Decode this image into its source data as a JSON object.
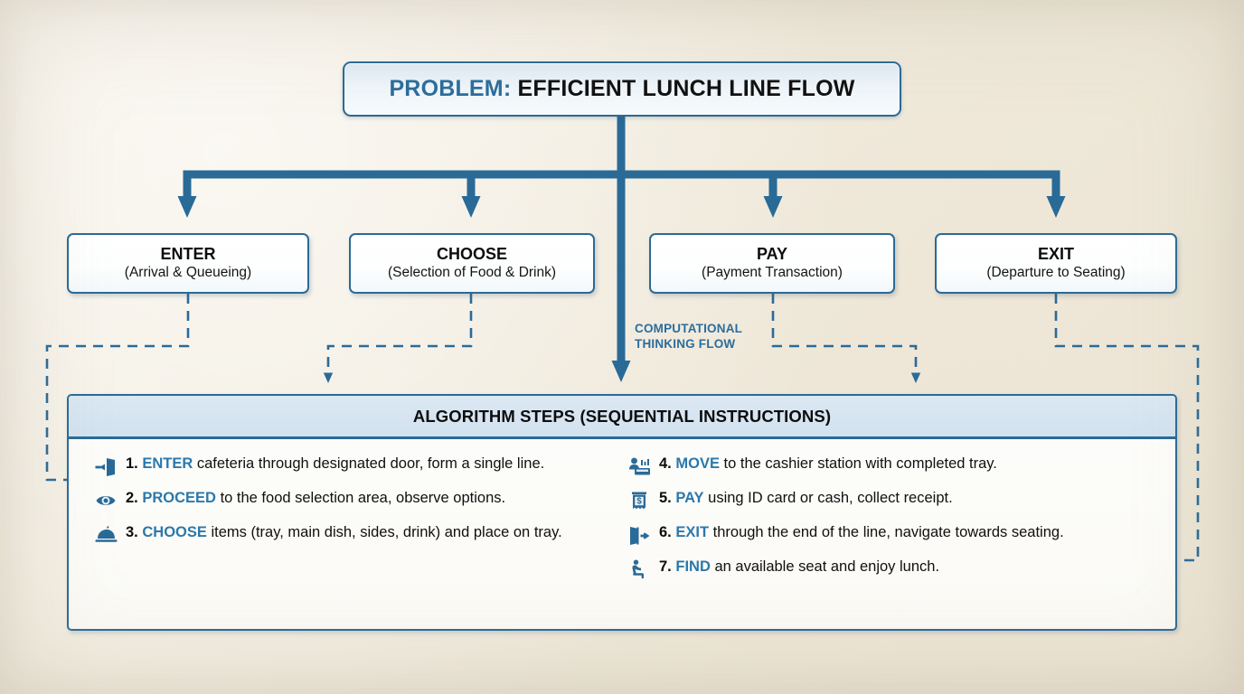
{
  "colors": {
    "accent_blue": "#2a6a97",
    "keyword_blue": "#2b78ac",
    "label_blue": "#2b6d9c",
    "panel_header_blue": "#d6e5f0",
    "background_cream": "#f2ece0",
    "text_black": "#101010"
  },
  "title": {
    "highlight": "PROBLEM:",
    "rest": "EFFICIENT LUNCH LINE FLOW",
    "full": "PROBLEM: EFFICIENT LUNCH LINE FLOW"
  },
  "flow_label": "COMPUTATIONAL THINKING FLOW",
  "categories": [
    {
      "name": "ENTER",
      "detail": "(Arrival & Queueing)"
    },
    {
      "name": "CHOOSE",
      "detail": "(Selection of Food & Drink)"
    },
    {
      "name": "PAY",
      "detail": "(Payment Transaction)"
    },
    {
      "name": "EXIT",
      "detail": "(Departure to Seating)"
    }
  ],
  "algorithm": {
    "header": "ALGORITHM STEPS (SEQUENTIAL INSTRUCTIONS)",
    "left_steps": [
      {
        "num": "1.",
        "icon": "door-enter-icon",
        "keyword": "ENTER",
        "text": "cafeteria through designated door, form a single line."
      },
      {
        "num": "2.",
        "icon": "eye-icon",
        "keyword": "PROCEED",
        "text": "to the food selection area, observe options."
      },
      {
        "num": "3.",
        "icon": "food-tray-icon",
        "keyword": "CHOOSE",
        "text": "items (tray, main dish, sides, drink) and place on tray."
      }
    ],
    "right_steps": [
      {
        "num": "4.",
        "icon": "cashier-person-icon",
        "keyword": "MOVE",
        "text": "to the cashier station with completed tray."
      },
      {
        "num": "5.",
        "icon": "receipt-dollar-icon",
        "keyword": "PAY",
        "text": "using ID card or cash, collect receipt."
      },
      {
        "num": "6.",
        "icon": "door-exit-icon",
        "keyword": "EXIT",
        "text": "through the end of the line, navigate towards seating."
      },
      {
        "num": "7.",
        "icon": "seated-person-icon",
        "keyword": "FIND",
        "text": "an available seat and enjoy lunch."
      }
    ]
  },
  "connectors": {
    "trunk": "problem-to-bus-trunk",
    "bus": "horizontal-distribution-bus",
    "center_flow": "center-computational-thinking-arrow",
    "dashed_links": [
      "enter-to-step-1-dashed",
      "choose-to-panel-dashed",
      "pay-to-panel-dashed",
      "exit-to-step-6-dashed"
    ]
  }
}
